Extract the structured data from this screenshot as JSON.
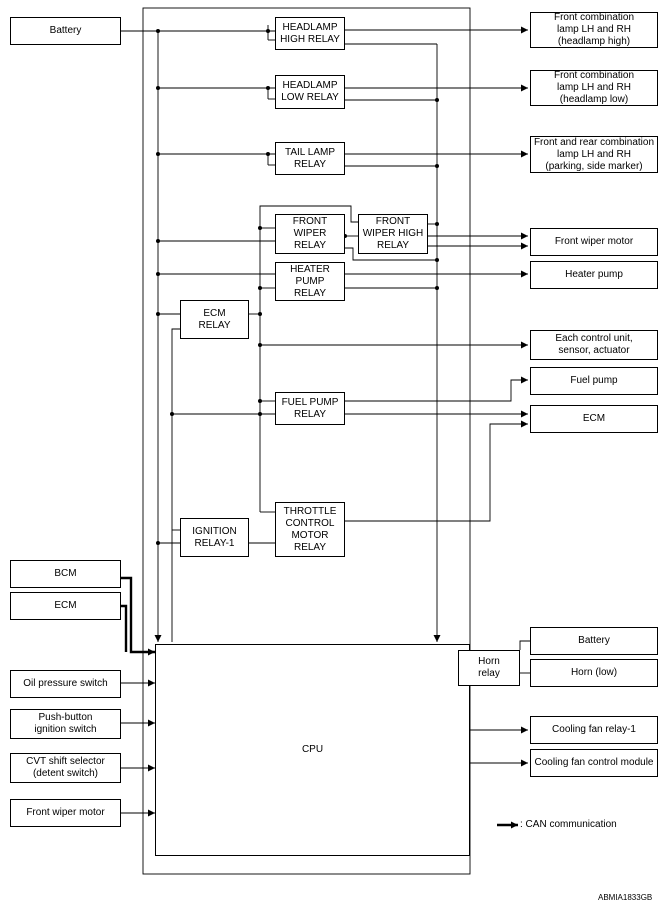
{
  "inputs": {
    "battery": "Battery",
    "bcm": "BCM",
    "ecm": "ECM",
    "oil_pressure": "Oil pressure switch",
    "push_button": "Push-button\nignition switch",
    "cvt": "CVT shift selector\n(detent switch)",
    "front_wiper_motor": "Front wiper motor"
  },
  "relays": {
    "headlamp_high": "HEADLAMP\nHIGH RELAY",
    "headlamp_low": "HEADLAMP\nLOW RELAY",
    "tail_lamp": "TAIL LAMP\nRELAY",
    "front_wiper": "FRONT\nWIPER\nRELAY",
    "front_wiper_high": "FRONT\nWIPER HIGH\nRELAY",
    "heater_pump": "HEATER\nPUMP\nRELAY",
    "ecm_relay": "ECM\nRELAY",
    "fuel_pump": "FUEL PUMP\nRELAY",
    "ignition": "IGNITION\nRELAY-1",
    "throttle": "THROTTLE\nCONTROL\nMOTOR\nRELAY",
    "cpu": "CPU"
  },
  "outputs": {
    "headlamp_high": "Front combination\nlamp LH and RH\n(headlamp high)",
    "headlamp_low": "Front combination\nlamp LH and RH\n(headlamp low)",
    "tail": "Front and rear combination\nlamp LH and RH\n(parking, side marker)",
    "front_wiper_motor": "Front wiper motor",
    "heater_pump": "Heater pump",
    "each_control": "Each control unit,\nsensor, actuator",
    "fuel_pump": "Fuel pump",
    "ecm": "ECM",
    "battery": "Battery",
    "horn_low": "Horn (low)",
    "cooling_fan_relay": "Cooling fan relay-1",
    "cooling_fan_module": "Cooling fan control module"
  },
  "horn_relay": "Horn\nrelay",
  "legend": ": CAN communication",
  "figure_code": "ABMIA1833GB"
}
